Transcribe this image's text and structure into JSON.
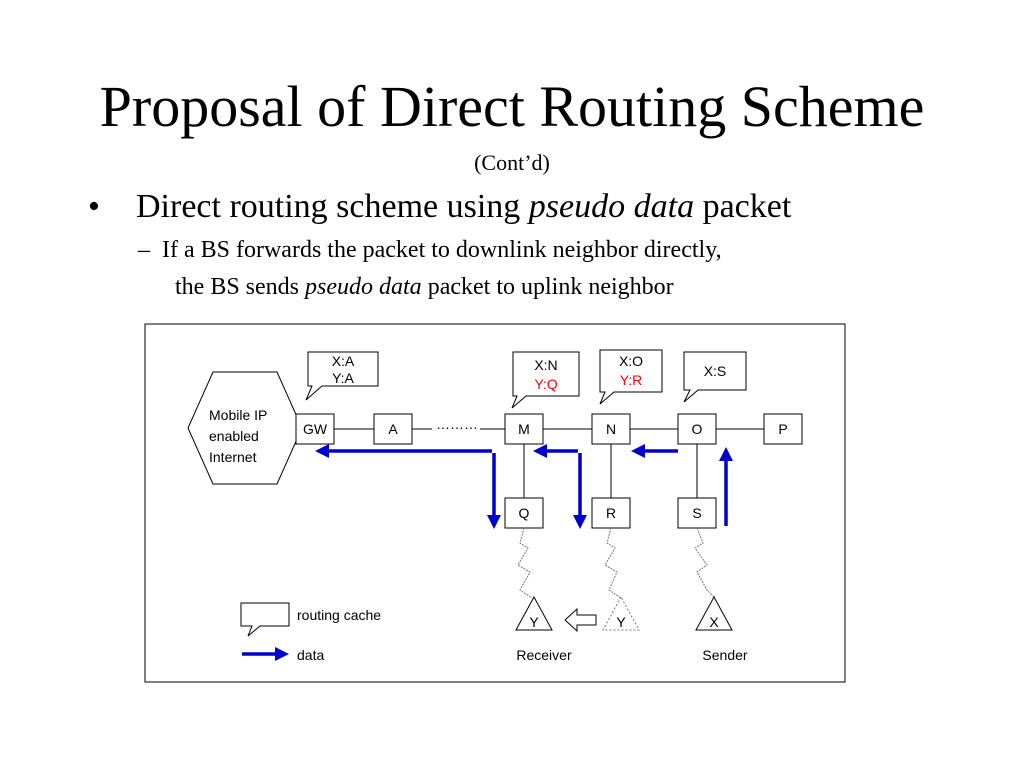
{
  "slide": {
    "title": "Proposal of Direct Routing Scheme",
    "subtitle": "(Cont’d)",
    "bullet": {
      "marker": "•",
      "text_before": "Direct routing scheme using ",
      "emphasis": "pseudo data",
      "text_after": " packet"
    },
    "sub_bullet": {
      "marker": "–",
      "line1": "If a BS forwards the packet to downlink neighbor directly,",
      "line2_before": "the BS sends ",
      "line2_emphasis": "pseudo data",
      "line2_after": " packet to uplink neighbor"
    }
  },
  "diagram": {
    "internet_label": [
      "Mobile IP",
      "enabled",
      "Internet"
    ],
    "nodes": {
      "gw": "GW",
      "a": "A",
      "m": "M",
      "n": "N",
      "o": "O",
      "p": "P",
      "q": "Q",
      "r": "R",
      "s": "S"
    },
    "ellipsis": "………",
    "caches": {
      "gw": [
        "X:A",
        "Y:A"
      ],
      "m": [
        "X:N",
        "Y:Q"
      ],
      "n": [
        "X:O",
        "Y:R"
      ],
      "o": [
        "X:S"
      ]
    },
    "mobiles": {
      "receiver_y": "Y",
      "ghost_y": "Y",
      "sender_x": "X"
    },
    "captions": {
      "receiver": "Receiver",
      "sender": "Sender"
    },
    "legend": {
      "cache": "routing cache",
      "data": "data"
    },
    "colors": {
      "arrow": "#0000cc",
      "updated_entry": "#ff0000",
      "line": "#000000"
    }
  }
}
